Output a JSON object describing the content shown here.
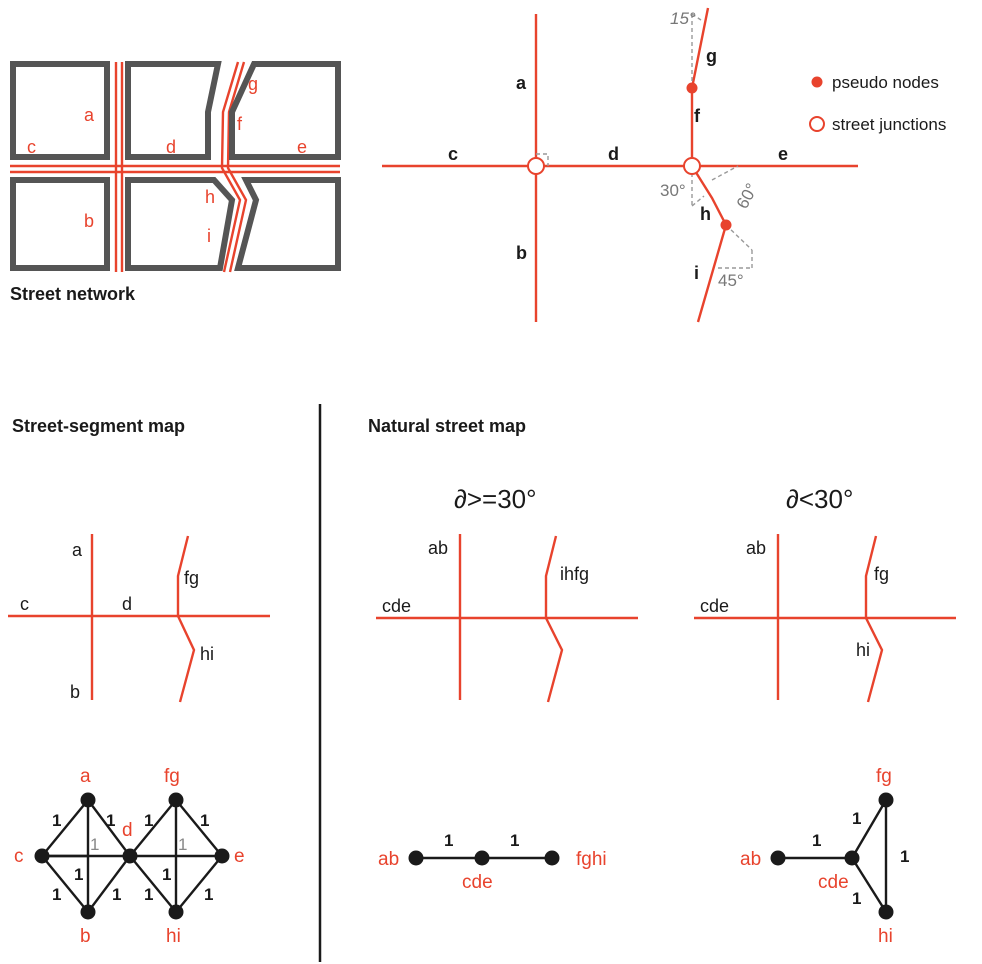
{
  "street_network": {
    "title": "Street network",
    "labels": [
      "a",
      "b",
      "c",
      "d",
      "e",
      "f",
      "g",
      "h",
      "i"
    ]
  },
  "angles_diagram": {
    "labels": [
      "a",
      "b",
      "c",
      "d",
      "e",
      "f",
      "g",
      "h",
      "i"
    ],
    "angles": [
      "15°",
      "30°",
      "60°",
      "45°"
    ],
    "legend": {
      "pseudo_nodes": "pseudo nodes",
      "street_junctions": "street junctions"
    }
  },
  "segment_map": {
    "title": "Street-segment map",
    "labels": [
      "a",
      "b",
      "c",
      "d",
      "fg",
      "hi"
    ],
    "graph": {
      "nodes": [
        "a",
        "c",
        "d",
        "b",
        "fg",
        "e",
        "hi"
      ],
      "weight": "1"
    }
  },
  "natural_map": {
    "title": "Natural street map",
    "left": {
      "formula": "∂>=30°",
      "labels": [
        "ab",
        "cde",
        "ihfg"
      ],
      "graph": {
        "nodes": [
          "ab",
          "cde",
          "fghi"
        ],
        "weights": [
          "1",
          "1"
        ]
      }
    },
    "right": {
      "formula": "∂<30°",
      "labels": [
        "ab",
        "cde",
        "fg",
        "hi"
      ],
      "graph": {
        "nodes": [
          "ab",
          "cde",
          "fg",
          "hi"
        ],
        "weights": [
          "1",
          "1",
          "1",
          "1"
        ]
      }
    }
  },
  "colors": {
    "street": "#e8432d",
    "block": "#555555",
    "node": "#1a1a1a",
    "divider": "#1a1a1a"
  }
}
